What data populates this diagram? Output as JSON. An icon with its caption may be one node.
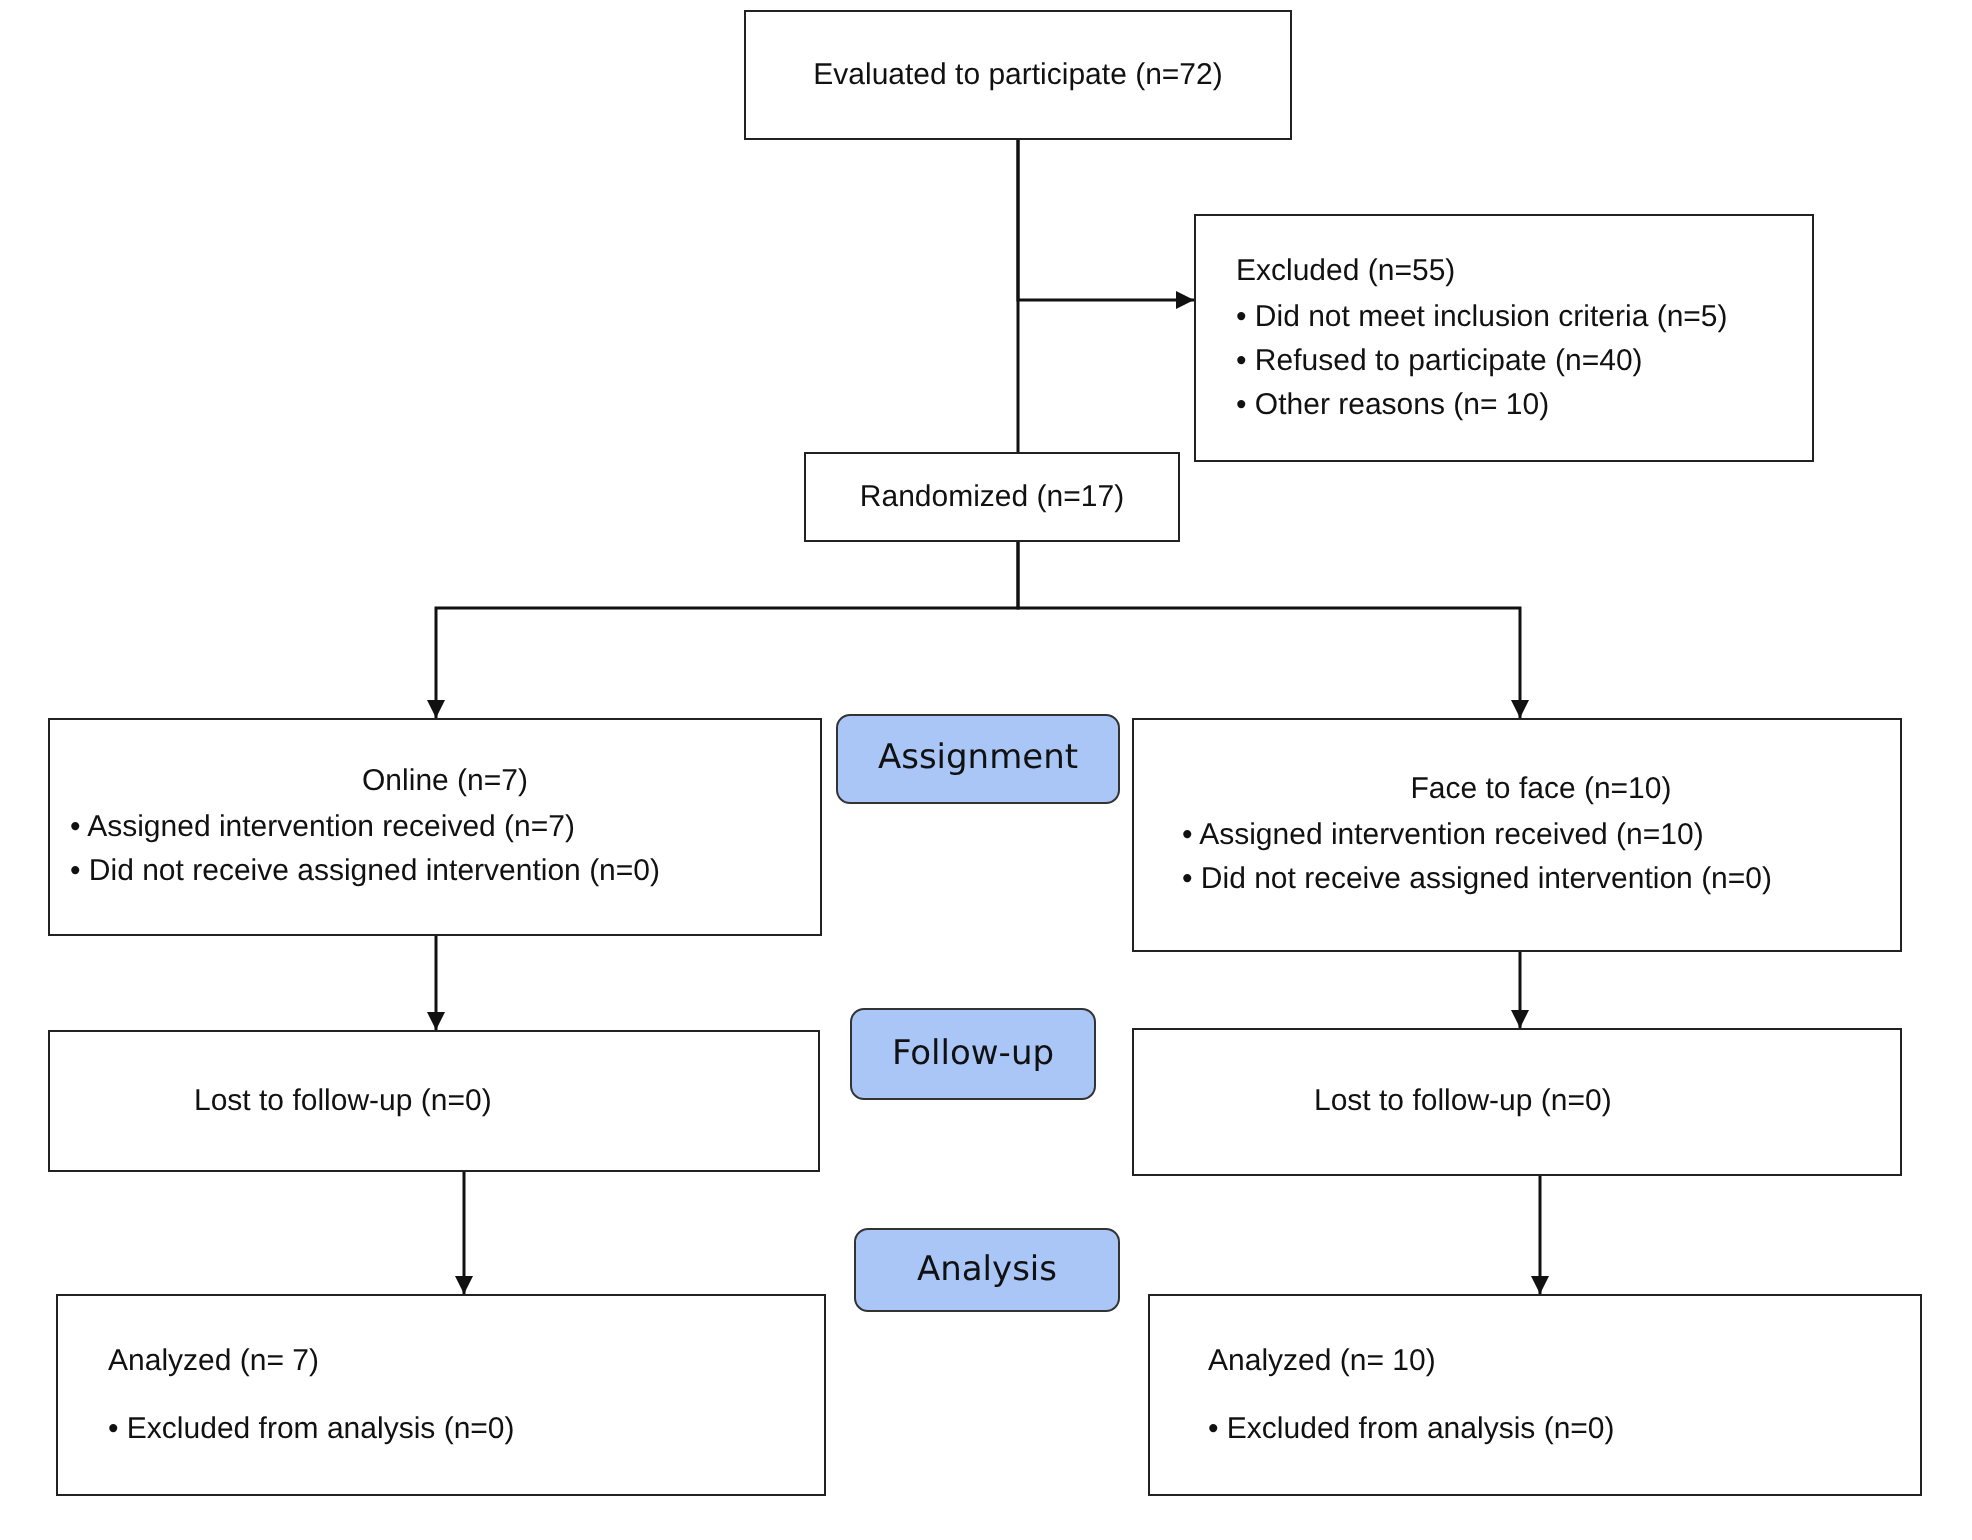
{
  "diagram": {
    "nodes": [
      {
        "text": [
          "Evaluated to participate (n=72)"
        ]
      },
      {
        "text": [
          "Excluded (n=55)",
          "• Did not meet inclusion criteria (n=5)",
          "• Refused to participate (n=40)",
          "• Other reasons (n= 10)"
        ]
      },
      {
        "text": [
          "Randomized (n=17)"
        ]
      },
      {
        "text": [
          "Online (n=7)",
          "• Assigned intervention received (n=7)",
          "• Did not receive assigned intervention (n=0)"
        ]
      },
      {
        "text": [
          "Assignment"
        ]
      },
      {
        "text": [
          "Face to face (n=10)",
          "• Assigned intervention received (n=10)",
          "• Did not receive assigned intervention (n=0)"
        ]
      },
      {
        "text": [
          "Lost to follow-up (n=0)"
        ]
      },
      {
        "text": [
          "Follow-up"
        ]
      },
      {
        "text": [
          "Lost to follow-up (n=0)"
        ]
      },
      {
        "text": [
          "Analysis"
        ]
      },
      {
        "text": [
          "Analyzed (n= 7)",
          "• Excluded from analysis (n=0)"
        ]
      },
      {
        "text": [
          "Analyzed (n= 10)",
          "• Excluded from analysis (n=0)"
        ]
      }
    ],
    "edges": [
      {
        "from": 0,
        "to": 2,
        "arrow": "none"
      },
      {
        "from": 0,
        "to": 1,
        "arrow": "to"
      },
      {
        "from": 2,
        "to": 3,
        "arrow": "to"
      },
      {
        "from": 2,
        "to": 5,
        "arrow": "to"
      },
      {
        "from": 3,
        "to": 6,
        "arrow": "to"
      },
      {
        "from": 5,
        "to": 8,
        "arrow": "to"
      },
      {
        "from": 6,
        "to": 10,
        "arrow": "to"
      },
      {
        "from": 8,
        "to": 11,
        "arrow": "to"
      }
    ]
  }
}
